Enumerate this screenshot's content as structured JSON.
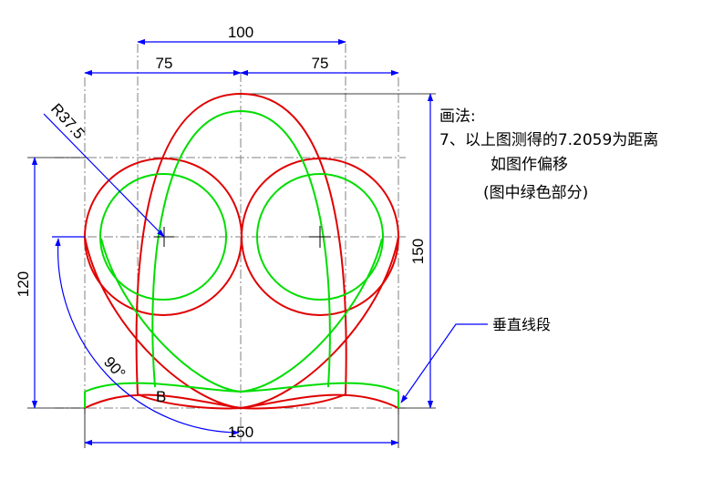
{
  "dimensions": {
    "top_overall": "100",
    "top_left": "75",
    "top_right": "75",
    "radius": "R37.5",
    "left_height": "120",
    "right_height": "150",
    "bottom_width": "150",
    "angle": "90°"
  },
  "labels": {
    "point_b": "B",
    "vertical_segment": "垂直线段"
  },
  "notes": {
    "heading": "画法:",
    "line1": "7、以上图测得的7.2059为距离",
    "line2": "如图作偏移",
    "line3": "(图中绿色部分)"
  },
  "colors": {
    "original_curve": "#e00000",
    "offset_curve": "#00dd00",
    "dimension": "#0000ff",
    "centerline": "#808080",
    "text": "#000000"
  }
}
